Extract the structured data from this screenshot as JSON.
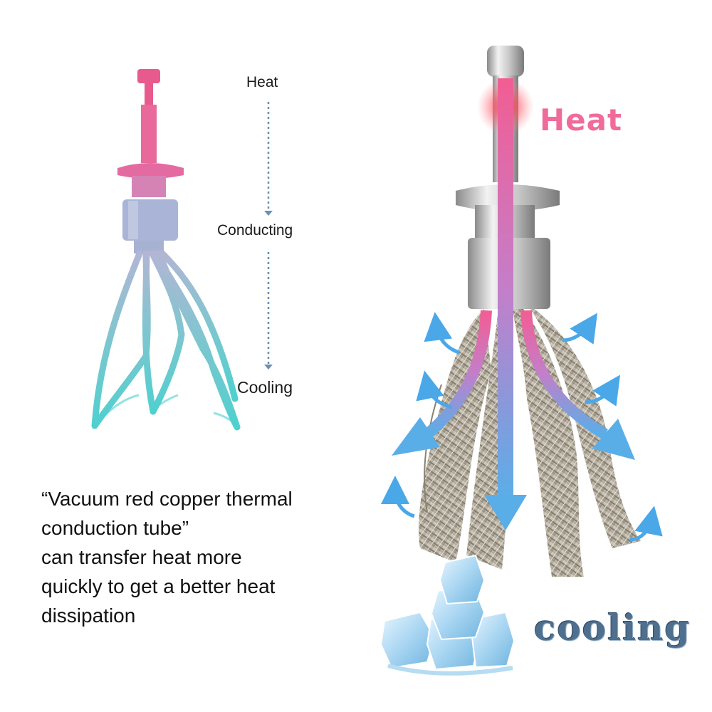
{
  "diagram": {
    "flow_labels": {
      "heat": "Heat",
      "conducting": "Conducting",
      "cooling": "Cooling"
    },
    "description_lines": [
      "“Vacuum red copper thermal",
      "conduction tube”",
      "can transfer heat more",
      "quickly to get a better heat",
      "dissipation"
    ],
    "photo_labels": {
      "heat": "Heat",
      "cooling": "cooling"
    }
  },
  "colors": {
    "heat": "#f06b9a",
    "cool": "#4aa8e8",
    "braid_teal": "#5fd0cf",
    "cooling_text": "#4e6f8e"
  },
  "icons": {
    "flow_arrow": "dotted-down-arrow",
    "heat_glow": "red-glow",
    "ice": "ice-cubes-icon"
  }
}
